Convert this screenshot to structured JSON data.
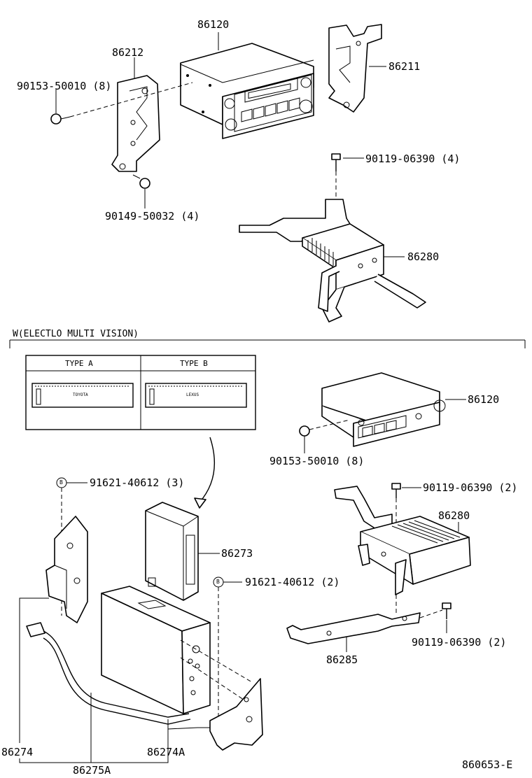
{
  "labels": {
    "radio_top": "86120",
    "bracket_left_top": "86212",
    "bracket_right_top": "86211",
    "screw_top_left": "90153-50010 (8)",
    "bolt_top_right": "90119-06390 (4)",
    "screw_bottom_top": "90149-50032 (4)",
    "amp_top": "86280",
    "section_title": "W(ELECTLO  MULTI VISION)",
    "type_a": "TYPE A",
    "type_b": "TYPE B",
    "radio_bottom": "86120",
    "screw_bottom_radio": "90153-50010 (8)",
    "bolt_b1": "91621-40612 (3)",
    "bolt_amp_bottom": "90119-06390 (2)",
    "amp_bottom": "86280",
    "module": "86273",
    "bolt_b2": "91621-40612 (2)",
    "bracket_86285": "86285",
    "bolt_86285": "90119-06390 (2)",
    "bracket_86274": "86274",
    "bracket_86274a": "86274A",
    "cable_86275a": "86275A",
    "diagram_id": "860653-E"
  },
  "circle_marker": "B",
  "type_a_brand": "TOYOTA",
  "type_b_brand": "LEXUS"
}
